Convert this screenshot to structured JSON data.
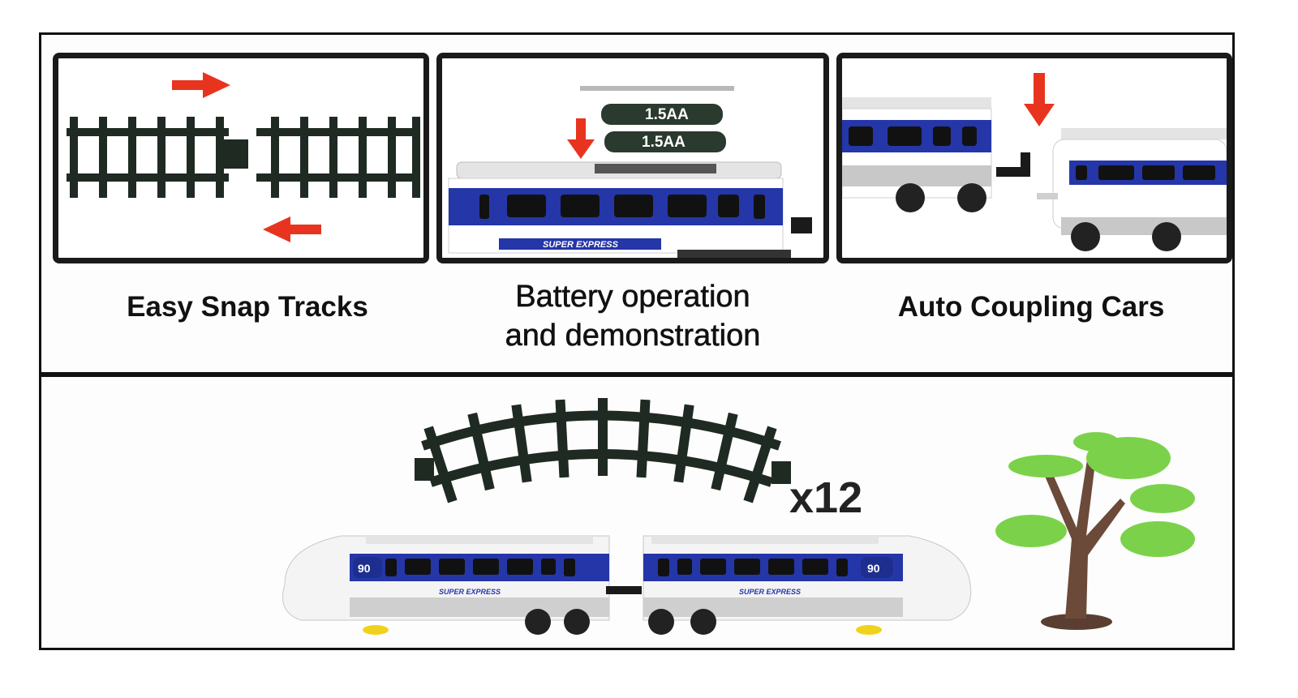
{
  "features": [
    {
      "caption": "Easy Snap Tracks"
    },
    {
      "caption_line1": "Battery operation",
      "caption_line2": "and demonstration",
      "battery_top": "1.5AA",
      "battery_bottom": "1.5AA",
      "train_text": "SUPER EXPRESS"
    },
    {
      "caption": "Auto Coupling Cars"
    }
  ],
  "contents": {
    "track_quantity": "x12",
    "train_number": "90",
    "train_text": "SUPER EXPRESS"
  },
  "colors": {
    "track": "#1f2a22",
    "arrow": "#e8341f",
    "train_blue": "#2536a8",
    "tree_green": "#7bd24a",
    "trunk": "#6b4a3a"
  }
}
